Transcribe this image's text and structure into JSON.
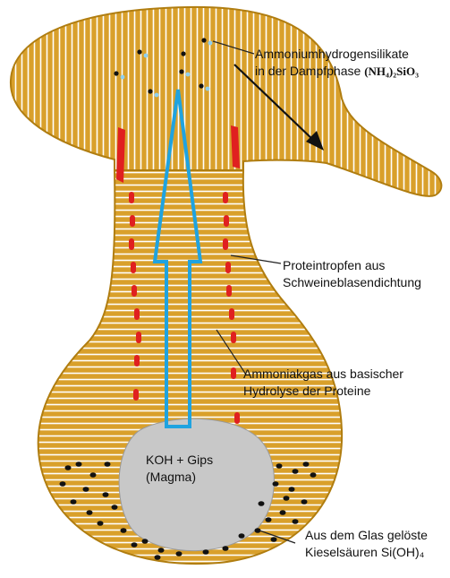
{
  "labels": {
    "silicate_line1": "Ammoniumhydrogensilikate",
    "silicate_line2": "in der Dampfphase",
    "silicate_formula": "(NH₄)₂SiO₃",
    "protein_line1": "Proteintropfen aus",
    "protein_line2": "Schweineblasendichtung",
    "ammonia_line1": "Ammoniakgas aus basischer",
    "ammonia_line2": "Hydrolyse der Proteine",
    "magma_line1": "KOH + Gips",
    "magma_line2": "(Magma)",
    "silicic_line1": "Aus dem Glas gelöste",
    "silicic_line2": "Kieselsäuren  Si(OH)₄"
  },
  "colors": {
    "flask_fill": "#d9a02b",
    "flask_hatch": "#ffffff",
    "protein_drops": "#e02020",
    "gas_arrow": "#1fa3e0",
    "magma": "#c8c8c8",
    "silicic_dots": "#111111",
    "leader_lines": "#222222"
  }
}
